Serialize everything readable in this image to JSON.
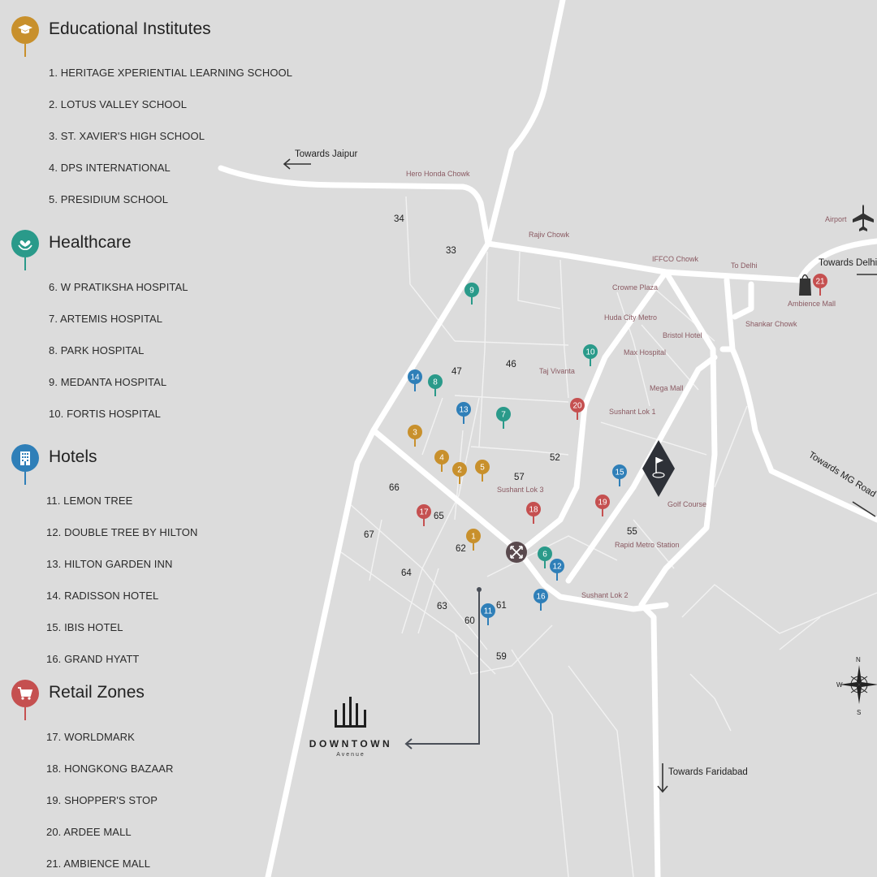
{
  "legend": {
    "categories": [
      {
        "title": "Educational Institutes",
        "color": "#c8902c",
        "icon": "graduation-cap-icon",
        "items": [
          "1. HERITAGE XPERIENTIAL LEARNING SCHOOL",
          "2. LOTUS VALLEY SCHOOL",
          "3. ST. XAVIER'S HIGH SCHOOL",
          "4. DPS INTERNATIONAL",
          "5. PRESIDIUM SCHOOL"
        ]
      },
      {
        "title": "Healthcare",
        "color": "#2a9a8a",
        "icon": "heart-hands-icon",
        "items": [
          "6. W PRATIKSHA HOSPITAL",
          "7. ARTEMIS HOSPITAL",
          "8. PARK HOSPITAL",
          "9. MEDANTA HOSPITAL",
          "10. FORTIS HOSPITAL"
        ]
      },
      {
        "title": "Hotels",
        "color": "#2f7fb8",
        "icon": "building-icon",
        "items": [
          "11. LEMON TREE",
          "12. DOUBLE TREE BY HILTON",
          "13. HILTON GARDEN INN",
          "14. RADISSON HOTEL",
          "15. IBIS HOTEL",
          "16. GRAND HYATT"
        ]
      },
      {
        "title": "Retail Zones",
        "color": "#c55050",
        "icon": "shopping-cart-icon",
        "items": [
          "17. WORLDMARK",
          "18. HONGKONG BAZAAR",
          "19. SHOPPER'S STOP",
          "20. ARDEE MALL",
          "21. AMBIENCE MALL"
        ]
      }
    ]
  },
  "map": {
    "directions": {
      "jaipur": "Towards Jaipur",
      "delhi": "Towards Delhi",
      "mg_road": "Towards MG Road",
      "faridabad": "Towards Faridabad",
      "to_delhi": "To Delhi"
    },
    "places": {
      "hero_honda": "Hero Honda Chowk",
      "rajiv": "Rajiv Chowk",
      "iffco": "IFFCO Chowk",
      "airport": "Airport",
      "ambience": "Ambience Mall",
      "shankar": "Shankar Chowk",
      "crowne": "Crowne Plaza",
      "huda": "Huda City Metro",
      "bristol": "Bristol Hotel",
      "max": "Max Hospital",
      "mega": "Mega Mall",
      "sushant1": "Sushant Lok 1",
      "taj": "Taj Vivanta",
      "sushant3": "Sushant Lok 3",
      "golf": "Golf Course",
      "rapid": "Rapid Metro Station",
      "sushant2": "Sushant Lok 2"
    },
    "sectors": [
      "34",
      "33",
      "47",
      "46",
      "52",
      "57",
      "66",
      "65",
      "67",
      "62",
      "64",
      "63",
      "61",
      "60",
      "59",
      "55"
    ],
    "compass": {
      "n": "N",
      "s": "S",
      "w": "W"
    }
  },
  "brand": {
    "name": "DOWNTOWN",
    "sub": "Avenue"
  }
}
